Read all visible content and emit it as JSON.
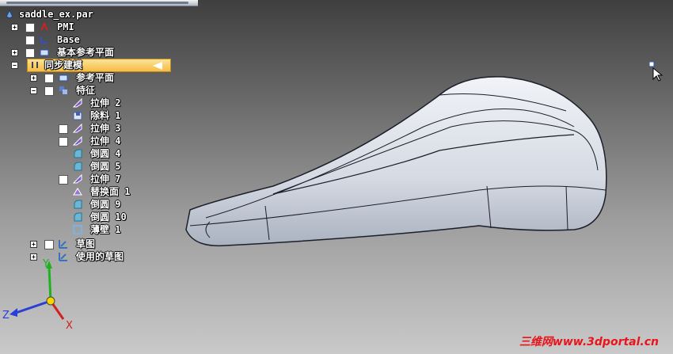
{
  "file_name": "saddle_ex.par",
  "tree": {
    "pmi": "PMI",
    "base": "Base",
    "ref_planes": "基本参考平面",
    "sync": "同步建模",
    "sub_ref": "参考平面",
    "features": "特征",
    "items": [
      {
        "label": "拉伸  2",
        "icon": "extrude-icon"
      },
      {
        "label": "除料  1",
        "icon": "cut-icon"
      },
      {
        "label": "拉伸  3",
        "icon": "extrude-icon"
      },
      {
        "label": "拉伸  4",
        "icon": "extrude-icon"
      },
      {
        "label": "倒圆  4",
        "icon": "round-icon"
      },
      {
        "label": "倒圆  5",
        "icon": "round-icon"
      },
      {
        "label": "拉伸  7",
        "icon": "extrude-icon"
      },
      {
        "label": "替换面  1",
        "icon": "replace-face-icon"
      },
      {
        "label": "倒圆  9",
        "icon": "round-icon"
      },
      {
        "label": "倒圆  10",
        "icon": "round-icon"
      },
      {
        "label": "薄壁  1",
        "icon": "thin-wall-icon"
      }
    ],
    "sketch": "草图",
    "used_sketch": "使用的草图"
  },
  "axes": {
    "x": "X",
    "y": "Y",
    "z": "Z"
  },
  "watermark": "三维网www.3dportal.cn",
  "colors": {
    "highlight": "#f6bc44",
    "axis_x": "#d22020",
    "axis_y": "#1fb21f",
    "axis_z": "#2a3fd6",
    "model": "#d7dbe3"
  }
}
